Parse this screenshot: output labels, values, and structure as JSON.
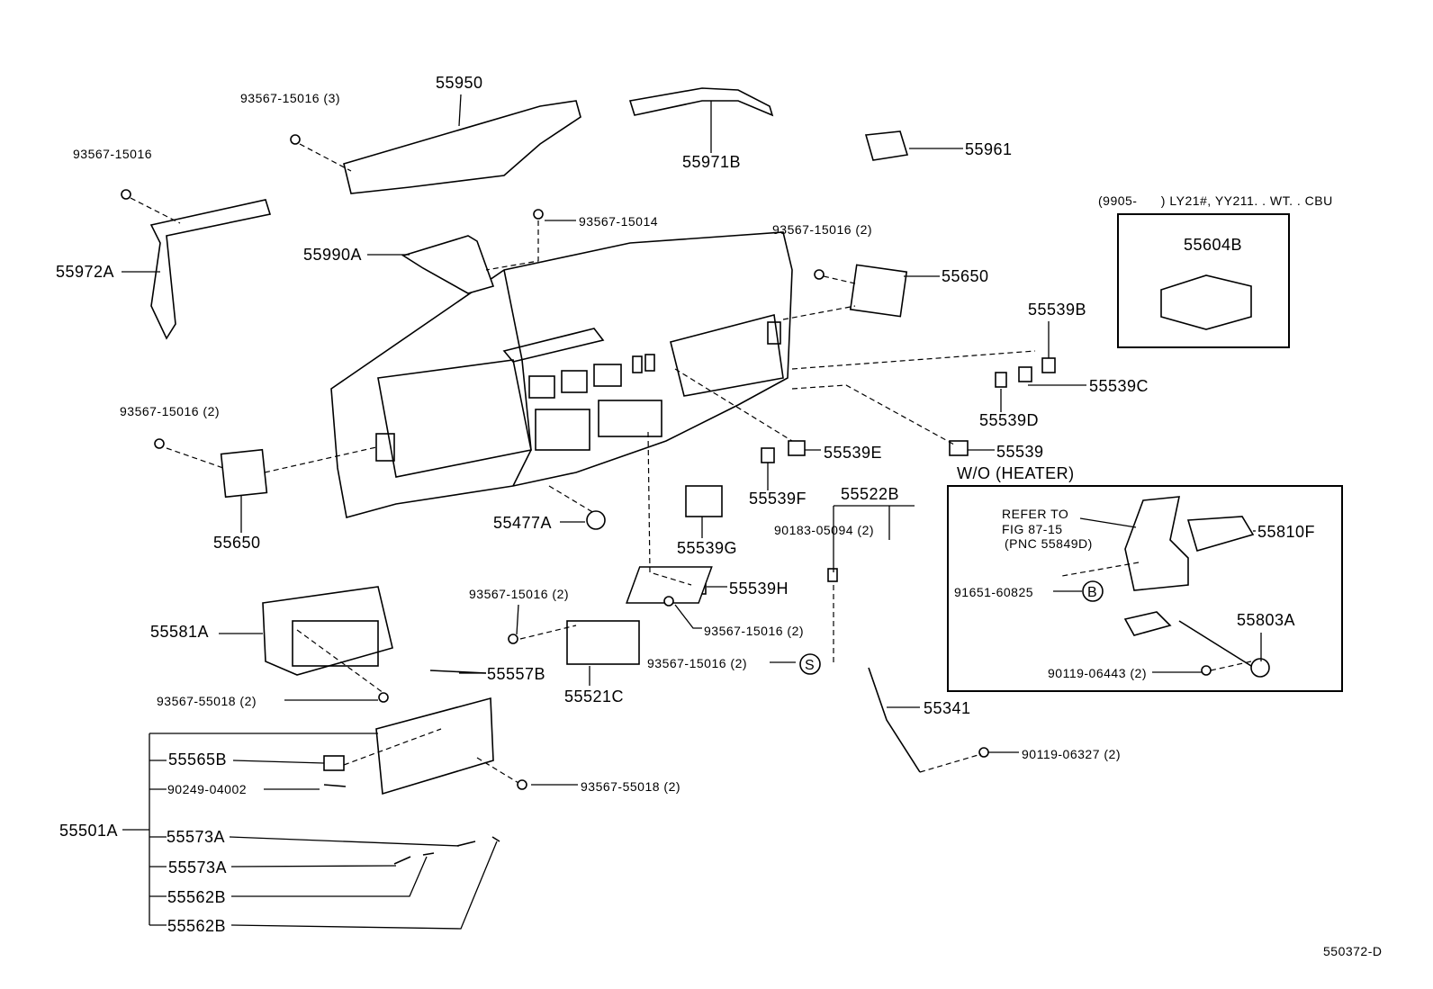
{
  "diagram": {
    "figure_id": "550372-D",
    "variant_note": "(9905-      ) LY21#, YY211. . WT. . CBU",
    "section_title": "W/O (HEATER)",
    "refer_note": [
      "REFER TO",
      "FIG 87-15",
      "(PNC 55849D)"
    ],
    "symbols": {
      "b": "B",
      "s": "S"
    },
    "labels": {
      "p93567_15016_3": "93567-15016 (3)",
      "p55950": "55950",
      "p93567_15016_a": "93567-15016",
      "p55971B": "55971B",
      "p55961": "55961",
      "p93567_15014": "93567-15014",
      "p55604B": "55604B",
      "p93567_15016_2a": "93567-15016 (2)",
      "p55990A": "55990A",
      "p55650a": "55650",
      "p55972A": "55972A",
      "p55539B": "55539B",
      "p55539C": "55539C",
      "p93567_15016_2b": "93567-15016 (2)",
      "p55539D": "55539D",
      "p55539E": "55539E",
      "p55539": "55539",
      "p55539F": "55539F",
      "p55522B": "55522B",
      "p90183_05094": "90183-05094 (2)",
      "p55810F": "55810F",
      "p55477A": "55477A",
      "p55650b": "55650",
      "p55539G": "55539G",
      "p91651_60825": "91651-60825",
      "p55539H": "55539H",
      "p93567_15016_2c": "93567-15016 (2)",
      "p55803A": "55803A",
      "p93567_15016_2d": "93567-15016 (2)",
      "p55581A": "55581A",
      "p93567_15016_2e": "93567-15016 (2)",
      "p90119_06443": "90119-06443 (2)",
      "p55557B": "55557B",
      "p55521C": "55521C",
      "p93567_55018_a": "93567-55018 (2)",
      "p55341": "55341",
      "p55565B": "55565B",
      "p90119_06327": "90119-06327 (2)",
      "p90249_04002": "90249-04002",
      "p93567_55018_b": "93567-55018 (2)",
      "p55501A": "55501A",
      "p55573A_a": "55573A",
      "p55573A_b": "55573A",
      "p55562B_a": "55562B",
      "p55562B_b": "55562B"
    }
  }
}
